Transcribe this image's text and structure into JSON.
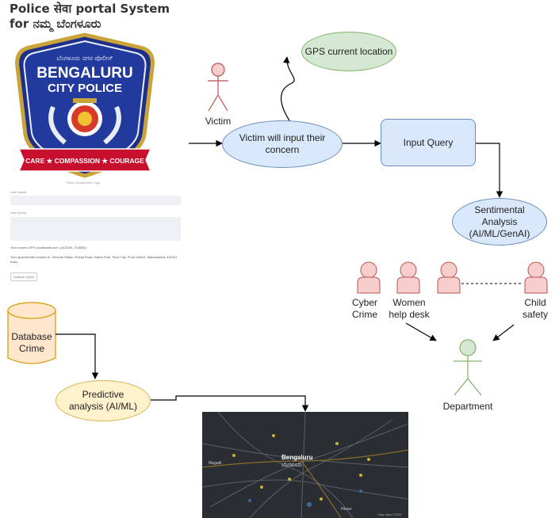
{
  "app": {
    "title": "Police सेवा portal System for ನಮ್ಮ ಬೆಂಗಳೂರು"
  },
  "badge": {
    "top_text": "ಬೆಂಗಳೂರು ನಗರ ಪೊಲೀಸ್",
    "line1": "BENGALURU",
    "line2": "CITY POLICE",
    "motto": "CARE ★ COMPASSION ★ COURAGE",
    "caption": "Police Department Logo"
  },
  "form": {
    "name_label": "User Name",
    "query_label": "Your Query",
    "gps_text": "Your current GPS coordinates are: (18.5196, 73.8554)",
    "location_text": "Your approximate location is: Shivraar Wada, Shivaji Road, Kasba Peth, Pune City, Pune District, Maharashtra, 411001, India",
    "submit_label": "Analyze Query"
  },
  "diagram": {
    "victim_label": "Victim",
    "gps_node": "GPS current location",
    "victim_input_node": "Victim will input their concern",
    "input_query_node": "Input Query",
    "sentiment_node": "Sentimental Analysis (AI/ML/GenAI)",
    "cyber_crime": "Cyber Crime",
    "women_help": "Women help desk",
    "child_safety": "Child safety",
    "department": "Department",
    "database_node": "Database Crime",
    "predictive_node": "Predictive analysis (AI/ML)"
  },
  "map": {
    "city_en": "Bengaluru",
    "city_kn": "ಬೆಂಗಳೂರು",
    "place_1": "Hosur",
    "place_2": "Magadi",
    "footer": "Map data ©2024"
  },
  "colors": {
    "blue_fill": "#dae8fc",
    "blue_stroke": "#6c8ebf",
    "green_fill": "#d5e8d4",
    "green_stroke": "#82b366",
    "yellow_fill": "#fff2cc",
    "yellow_stroke": "#d6b656",
    "orange_fill": "#ffe6cc",
    "orange_stroke": "#d79b00",
    "red_fill": "#f8cecc",
    "red_stroke": "#b85450"
  }
}
